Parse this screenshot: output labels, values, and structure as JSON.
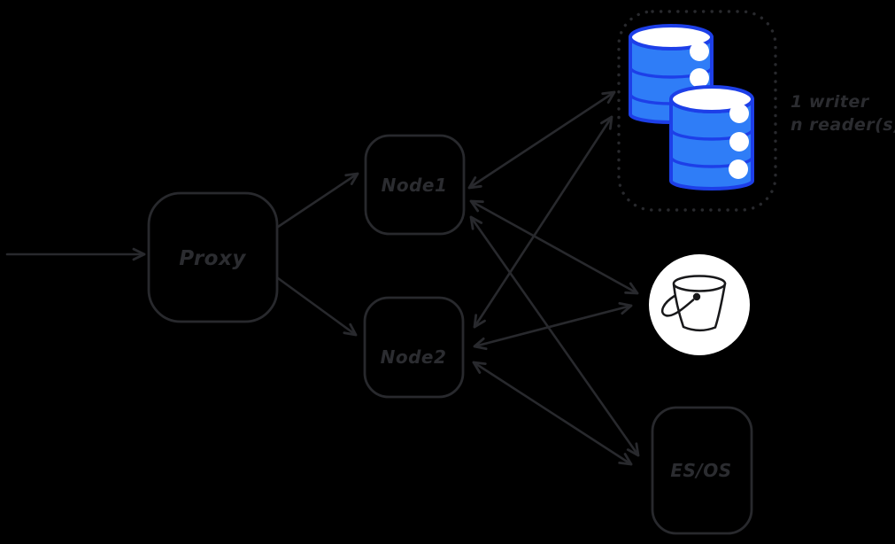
{
  "canvas": {
    "background": "#000000",
    "line_color": "#28292d",
    "style": "hand-drawn-diagram"
  },
  "nodes": {
    "proxy": {
      "label": "Proxy",
      "shape": "rounded-rectangle"
    },
    "node1": {
      "label": "Node1",
      "shape": "rounded-rectangle"
    },
    "node2": {
      "label": "Node2",
      "shape": "rounded-rectangle"
    },
    "esos": {
      "label": "ES/OS",
      "shape": "rounded-rectangle"
    }
  },
  "db_cluster": {
    "icon": "database-cylinders-icon",
    "cylinder_count": 2,
    "border_style": "dotted-rounded-rectangle",
    "caption": {
      "line1": "1 writer",
      "line2": "n reader(s)"
    },
    "colors": {
      "fill": "#2f7df7",
      "stroke": "#1d3fe8",
      "highlight": "#ffffff"
    }
  },
  "bucket": {
    "icon": "bucket-icon",
    "colors": {
      "circle": "#ffffff",
      "stroke": "#18181a"
    }
  },
  "edges": [
    {
      "name": "inbound-to-proxy",
      "from": "inbound-traffic",
      "to": "proxy",
      "arrows": "end"
    },
    {
      "name": "proxy-to-node1",
      "from": "proxy",
      "to": "node1",
      "arrows": "end"
    },
    {
      "name": "proxy-to-node2",
      "from": "proxy",
      "to": "node2",
      "arrows": "end"
    },
    {
      "name": "node1-db",
      "from": "node1",
      "to": "db_cluster",
      "arrows": "both"
    },
    {
      "name": "node1-bucket",
      "from": "node1",
      "to": "bucket",
      "arrows": "both"
    },
    {
      "name": "node1-esos",
      "from": "node1",
      "to": "esos",
      "arrows": "both"
    },
    {
      "name": "node2-db",
      "from": "node2",
      "to": "db_cluster",
      "arrows": "both"
    },
    {
      "name": "node2-bucket",
      "from": "node2",
      "to": "bucket",
      "arrows": "both"
    },
    {
      "name": "node2-esos",
      "from": "node2",
      "to": "esos",
      "arrows": "both"
    }
  ]
}
